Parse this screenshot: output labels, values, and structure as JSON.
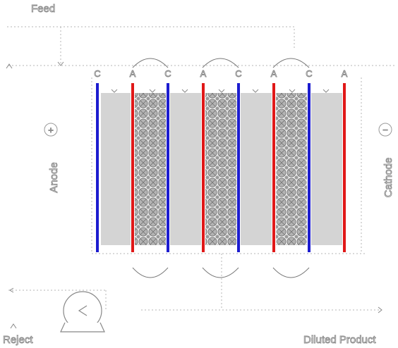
{
  "labels": {
    "feed": "Feed",
    "reject": "Reject",
    "diluted_product": "Diluted Product",
    "anode": "Anode",
    "cathode": "Cathode",
    "anode_sign": "+",
    "cathode_sign": "−"
  },
  "membranes": [
    {
      "type": "cation",
      "label": "C"
    },
    {
      "type": "anion",
      "label": "A"
    },
    {
      "type": "cation",
      "label": "C"
    },
    {
      "type": "anion",
      "label": "A"
    },
    {
      "type": "cation",
      "label": "C"
    },
    {
      "type": "anion",
      "label": "A"
    },
    {
      "type": "cation",
      "label": "C"
    },
    {
      "type": "anion",
      "label": "A"
    }
  ],
  "compartments": [
    "concentrate",
    "resin",
    "concentrate",
    "resin",
    "concentrate",
    "resin",
    "concentrate"
  ],
  "colors": {
    "cation_membrane": "#1c1ccf",
    "anion_membrane": "#e01818",
    "compartment_fill": "#d4d4d4",
    "resin_bead": "#a9a9a9"
  },
  "icons": [
    "pump-icon"
  ]
}
